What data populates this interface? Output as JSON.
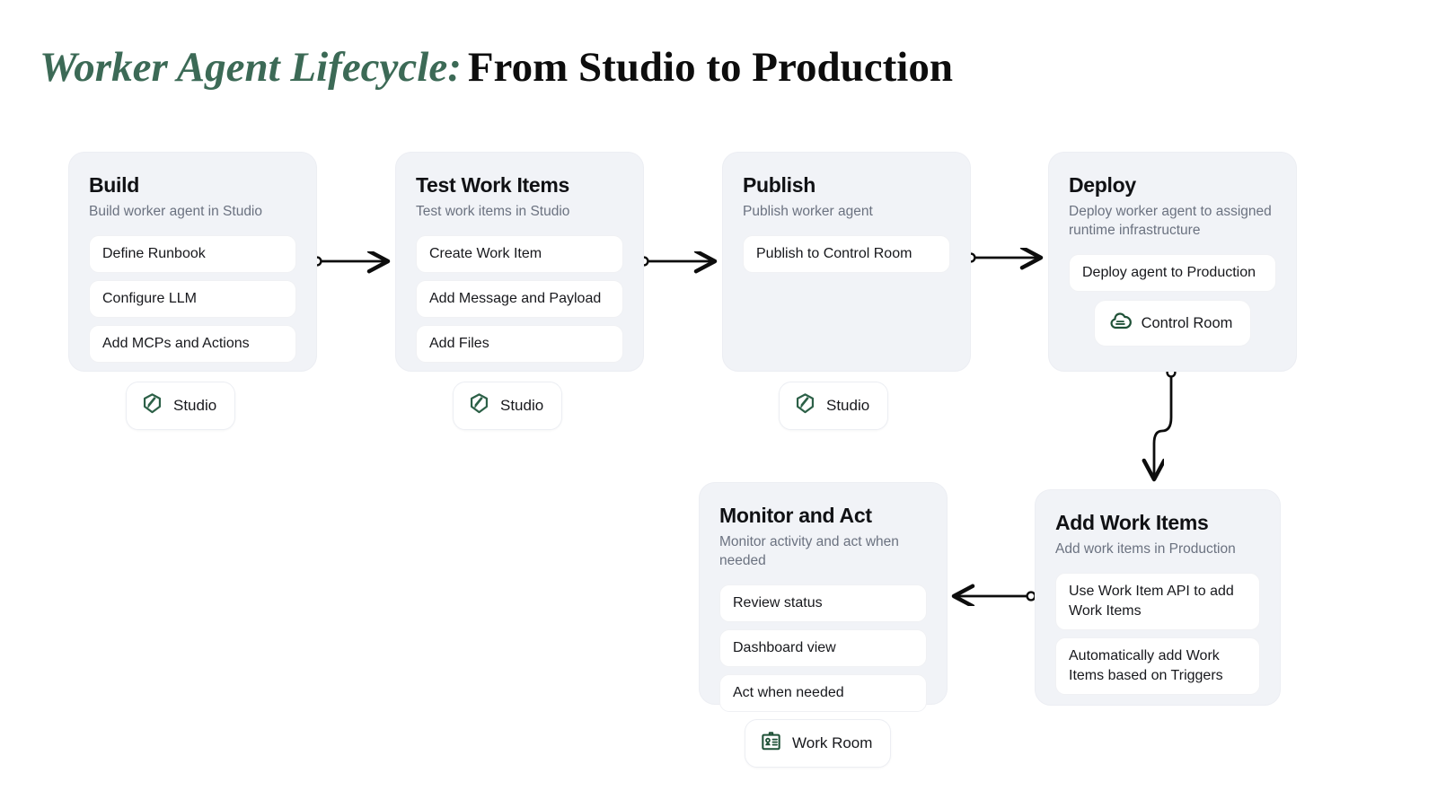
{
  "title": {
    "accent": "Worker Agent Lifecycle:",
    "main": "From Studio to Production"
  },
  "colors": {
    "accent_green": "#3c6a56",
    "card_bg": "#f1f3f7",
    "pill_bg": "#ffffff",
    "text_primary": "#101114",
    "text_muted": "#6b7280",
    "edge": "#0d0d0d"
  },
  "cards": [
    {
      "id": "build",
      "title": "Build",
      "subtitle": "Build worker agent in Studio",
      "items": [
        "Define Runbook",
        "Configure LLM",
        "Add MCPs and Actions"
      ]
    },
    {
      "id": "test-work-items",
      "title": "Test Work Items",
      "subtitle": "Test work items in Studio",
      "items": [
        "Create Work Item",
        "Add Message and Payload",
        "Add Files"
      ]
    },
    {
      "id": "publish",
      "title": "Publish",
      "subtitle": "Publish worker agent",
      "items": [
        "Publish to Control Room"
      ]
    },
    {
      "id": "deploy",
      "title": "Deploy",
      "subtitle": "Deploy worker agent to assigned runtime infrastructure",
      "items": [
        "Deploy agent to Production"
      ],
      "inline_chip": {
        "label": "Control Room",
        "icon": "control-room-cloud-icon"
      }
    },
    {
      "id": "monitor-and-act",
      "title": "Monitor and Act",
      "subtitle": "Monitor activity and act when needed",
      "items": [
        "Review status",
        "Dashboard view",
        "Act when needed"
      ]
    },
    {
      "id": "add-work-items",
      "title": "Add Work Items",
      "subtitle": "Add work items in Production",
      "items": [
        "Use Work Item API to add Work Items",
        "Automatically add Work Items based on Triggers"
      ]
    }
  ],
  "badges": [
    {
      "id": "studio-build",
      "label": "Studio",
      "icon": "studio-pencil-icon"
    },
    {
      "id": "studio-test",
      "label": "Studio",
      "icon": "studio-pencil-icon"
    },
    {
      "id": "studio-publish",
      "label": "Studio",
      "icon": "studio-pencil-icon"
    },
    {
      "id": "work-room",
      "label": "Work Room",
      "icon": "work-room-badge-icon"
    }
  ],
  "edges": [
    {
      "from": "build",
      "to": "test-work-items",
      "direction": "right"
    },
    {
      "from": "test-work-items",
      "to": "publish",
      "direction": "right"
    },
    {
      "from": "publish",
      "to": "deploy",
      "direction": "right"
    },
    {
      "from": "deploy",
      "to": "add-work-items",
      "direction": "down"
    },
    {
      "from": "add-work-items",
      "to": "monitor-and-act",
      "direction": "left"
    }
  ]
}
